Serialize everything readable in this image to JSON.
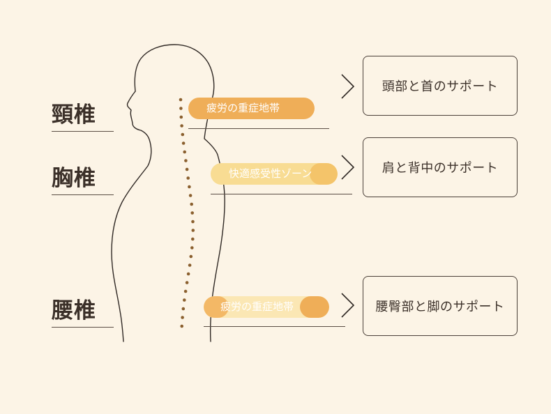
{
  "regions": {
    "cervical": "頸椎",
    "thoracic": "胸椎",
    "lumbar": "腰椎"
  },
  "pills": {
    "cervical": "疲労の重症地帯",
    "thoracic": "快適感受性ゾーン",
    "lumbar": "疲労の重症地帯"
  },
  "supports": {
    "head_neck": "頭部と首のサポート",
    "shoulder_back": "肩と背中のサポート",
    "waist_leg": "腰臀部と脚のサポート"
  },
  "colors": {
    "background": "#fcf4e6",
    "pill_strong": "#efae58",
    "pill_light": "#f8dc93",
    "text": "#3b3029",
    "spine_dots": "#8a5f2e"
  }
}
